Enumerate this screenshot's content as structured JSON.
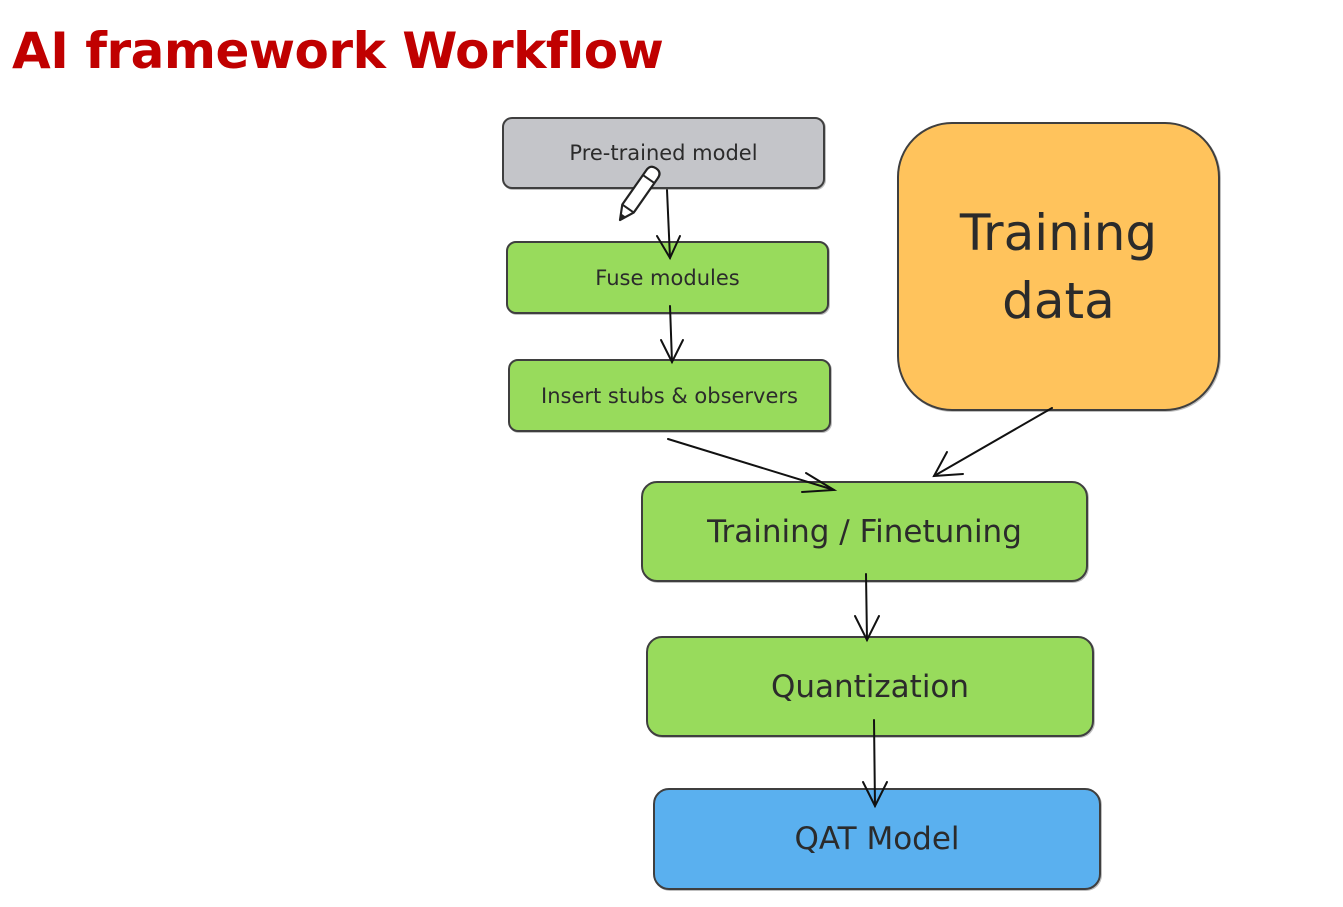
{
  "title": "AI framework Workflow",
  "nodes": {
    "pretrained": "Pre-trained model",
    "fuse": "Fuse modules",
    "insert": "Insert stubs & observers",
    "training": "Training / Finetuning",
    "quantization": "Quantization",
    "qat_model": "QAT Model",
    "training_data": {
      "line1": "Training",
      "line2": "data"
    }
  },
  "edges": [
    {
      "from": "pretrained",
      "to": "fuse"
    },
    {
      "from": "fuse",
      "to": "insert"
    },
    {
      "from": "insert",
      "to": "training"
    },
    {
      "from": "training_data",
      "to": "training"
    },
    {
      "from": "training",
      "to": "quantization"
    },
    {
      "from": "quantization",
      "to": "qat_model"
    }
  ],
  "colors": {
    "title": "#c00000",
    "pretrained": "#c4c5c9",
    "step": "#98db5c",
    "qat_model": "#5ab0ef",
    "training_data": "#ffc35c"
  },
  "icons": [
    "pencil-icon"
  ]
}
